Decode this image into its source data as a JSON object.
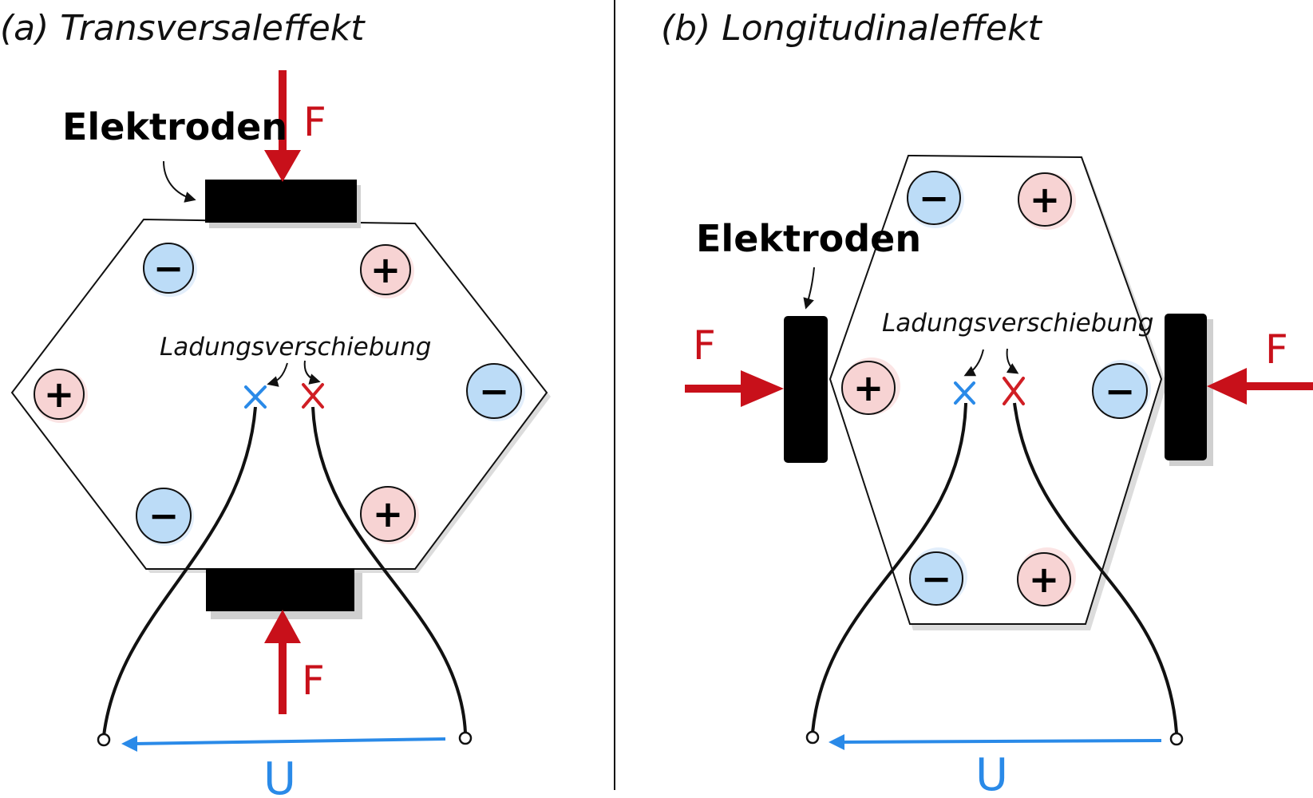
{
  "panel_a": {
    "title": "(a) Transversaleffekt",
    "electrodes_label": "Elektroden",
    "shift_label": "Ladungsverschiebung",
    "force_top": "F",
    "force_bottom": "F",
    "voltage": "U",
    "charges": [
      {
        "sign": "−",
        "kind": "negative"
      },
      {
        "sign": "+",
        "kind": "positive"
      },
      {
        "sign": "+",
        "kind": "positive"
      },
      {
        "sign": "−",
        "kind": "negative"
      },
      {
        "sign": "−",
        "kind": "negative"
      },
      {
        "sign": "+",
        "kind": "positive"
      }
    ]
  },
  "panel_b": {
    "title": "(b) Longitudinaleffekt",
    "electrodes_label": "Elektroden",
    "shift_label": "Ladungsverschiebung",
    "force_left": "F",
    "force_right": "F",
    "voltage": "U",
    "charges": [
      {
        "sign": "−",
        "kind": "negative"
      },
      {
        "sign": "+",
        "kind": "positive"
      },
      {
        "sign": "+",
        "kind": "positive"
      },
      {
        "sign": "−",
        "kind": "negative"
      },
      {
        "sign": "−",
        "kind": "negative"
      },
      {
        "sign": "+",
        "kind": "positive"
      }
    ]
  },
  "colors": {
    "force": "#c8101a",
    "voltage": "#2a8ae8",
    "negative_fill": "#bcdcf7",
    "positive_fill": "#f7d3d3",
    "negative_marker": "#2a8ae8",
    "positive_marker": "#d01e24",
    "electrode": "#000000"
  }
}
